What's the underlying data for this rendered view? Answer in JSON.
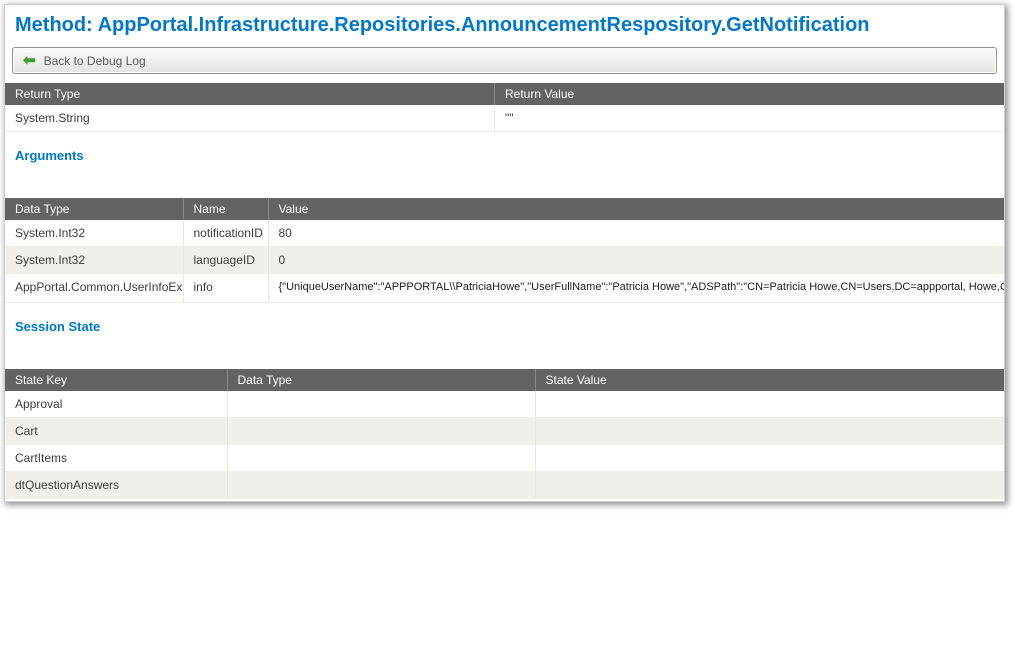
{
  "page": {
    "title": "Method: AppPortal.Infrastructure.Repositories.AnnouncementRespository.GetNotification"
  },
  "toolbar": {
    "back_label": "Back to Debug Log",
    "back_icon": "left-arrow-icon"
  },
  "colors": {
    "accent_blue": "#0076c8",
    "table_header_gray": "#636363",
    "alt_row": "#f0efec",
    "back_arrow_green": "#3f9d35"
  },
  "return_table": {
    "headers": [
      "Return Type",
      "Return Value"
    ],
    "rows": [
      {
        "type": "System.String",
        "value": "\"\""
      }
    ]
  },
  "sections": {
    "arguments_label": "Arguments",
    "session_state_label": "Session State"
  },
  "arguments_table": {
    "headers": [
      "Data Type",
      "Name",
      "Value"
    ],
    "rows": [
      {
        "data_type": "System.Int32",
        "name": "notificationID",
        "value": "80"
      },
      {
        "data_type": "System.Int32",
        "name": "languageID",
        "value": "0"
      },
      {
        "data_type": "AppPortal.Common.UserInfoEx",
        "name": "info",
        "value": "{\"UniqueUserName\":\"APPPORTAL\\\\PatriciaHowe\",\"UserFullName\":\"Patricia Howe\",\"ADSPath\":\"CN=Patricia Howe,CN=Users,DC=appportal,\nHowe,CN=Users,DC=appportal,DC=flexdev,DC=com\",\"UserNameExcludingDomain\":\"PatriciaHowe\",\"IsSystemAdmin\":false,\"MemberGroup\n[{\"ID\":\"4688d09d1b13654b9f96f2d005a916e1\",\"Name\":\"\"},{\"ID\":\"38c3569198bbf948a6820332e88732ba\",\"Name\":\"\"},{\"ID\":\"2797561fa547d3\nHowe,CN=Users,DC=appportal,DC=flexdev,DC=com\"},{\"Name\":\"Domain\",\"Value\":\"APPPORTAL\"},{\"Name\":\"givenName\",\"Value\":\"Patricia\"},\n{\"Name\":\"organizationalUnitUser\",\"Value\":\"CN=Patricia Howe,CN=Users,DC=appportal,DC=flexdev,DC=com\"},{\"Name\":\"physicalDeliveryO\n{\"Name\":\"company\",\"Value\":\"Not Defined\"},{\"Name\":\"department\",\"Value\":\"Not Defined\"},{\"Name\":\"DisplayName\",\"Value\":\"Patricia Howe\"\n{\"Name\":\"mail\",\"Value\":\"phowe@flexerasoftware.com\"},{\"Name\":\"manager\",\"Value\":\"CN=Ravi Mazumdar,CN=Users,DC=appportal,DC=flex\n{\"Name\":\"postalCode\",\"Value\":\"Not Defined\"},{\"Name\":\"sAMAccountName\",\"Value\":\"PatriciaHowe\"},{\"Name\":\"sn\",\"Value\":\"Howe\"},{\"Name\"\n{\"ID\":\"SMS00004\"}],\"UserDeviceMemberCollections\":[{\"ID\":\"ORD00B78\"},{\"ID\":\"SMS00002\"},{\"ID\":\"SMS00004\"}],\"Exception\":[],\"PrimaryDevic\n06:00\",\"AlternateApprover\":null,\"IsUserOutOfOffice\":false,\"IsAdminAccessLevel\":true,\"HasRequestOnBehalfAccess\":true,\"HasSupportToolsA\n{\"MachineName\":\"SCHAPRFSDEV04\",\"MachineNameForDisplay\":\"SCHAPRFSDEV04\",\"MachineDomain\":\"\",\"InstalledApplications\":[],\"ClientD\n[{\"Name\":\"IPAddress\",\"Value\":\"Not Defined\"},{\"Name\":\"ManagedBy\",\"Value\":\"Not Defined\"},{\"Name\":\"OperatingSystem\",\"Value\":\"Not Defin"
      }
    ]
  },
  "session_table": {
    "headers": [
      "State Key",
      "Data Type",
      "State Value"
    ],
    "rows": [
      {
        "key": "Approval",
        "data_type": "",
        "value": ""
      },
      {
        "key": "Cart",
        "data_type": "",
        "value": ""
      },
      {
        "key": "CartItems",
        "data_type": "",
        "value": ""
      },
      {
        "key": "dtQuestionAnswers",
        "data_type": "",
        "value": ""
      }
    ]
  }
}
